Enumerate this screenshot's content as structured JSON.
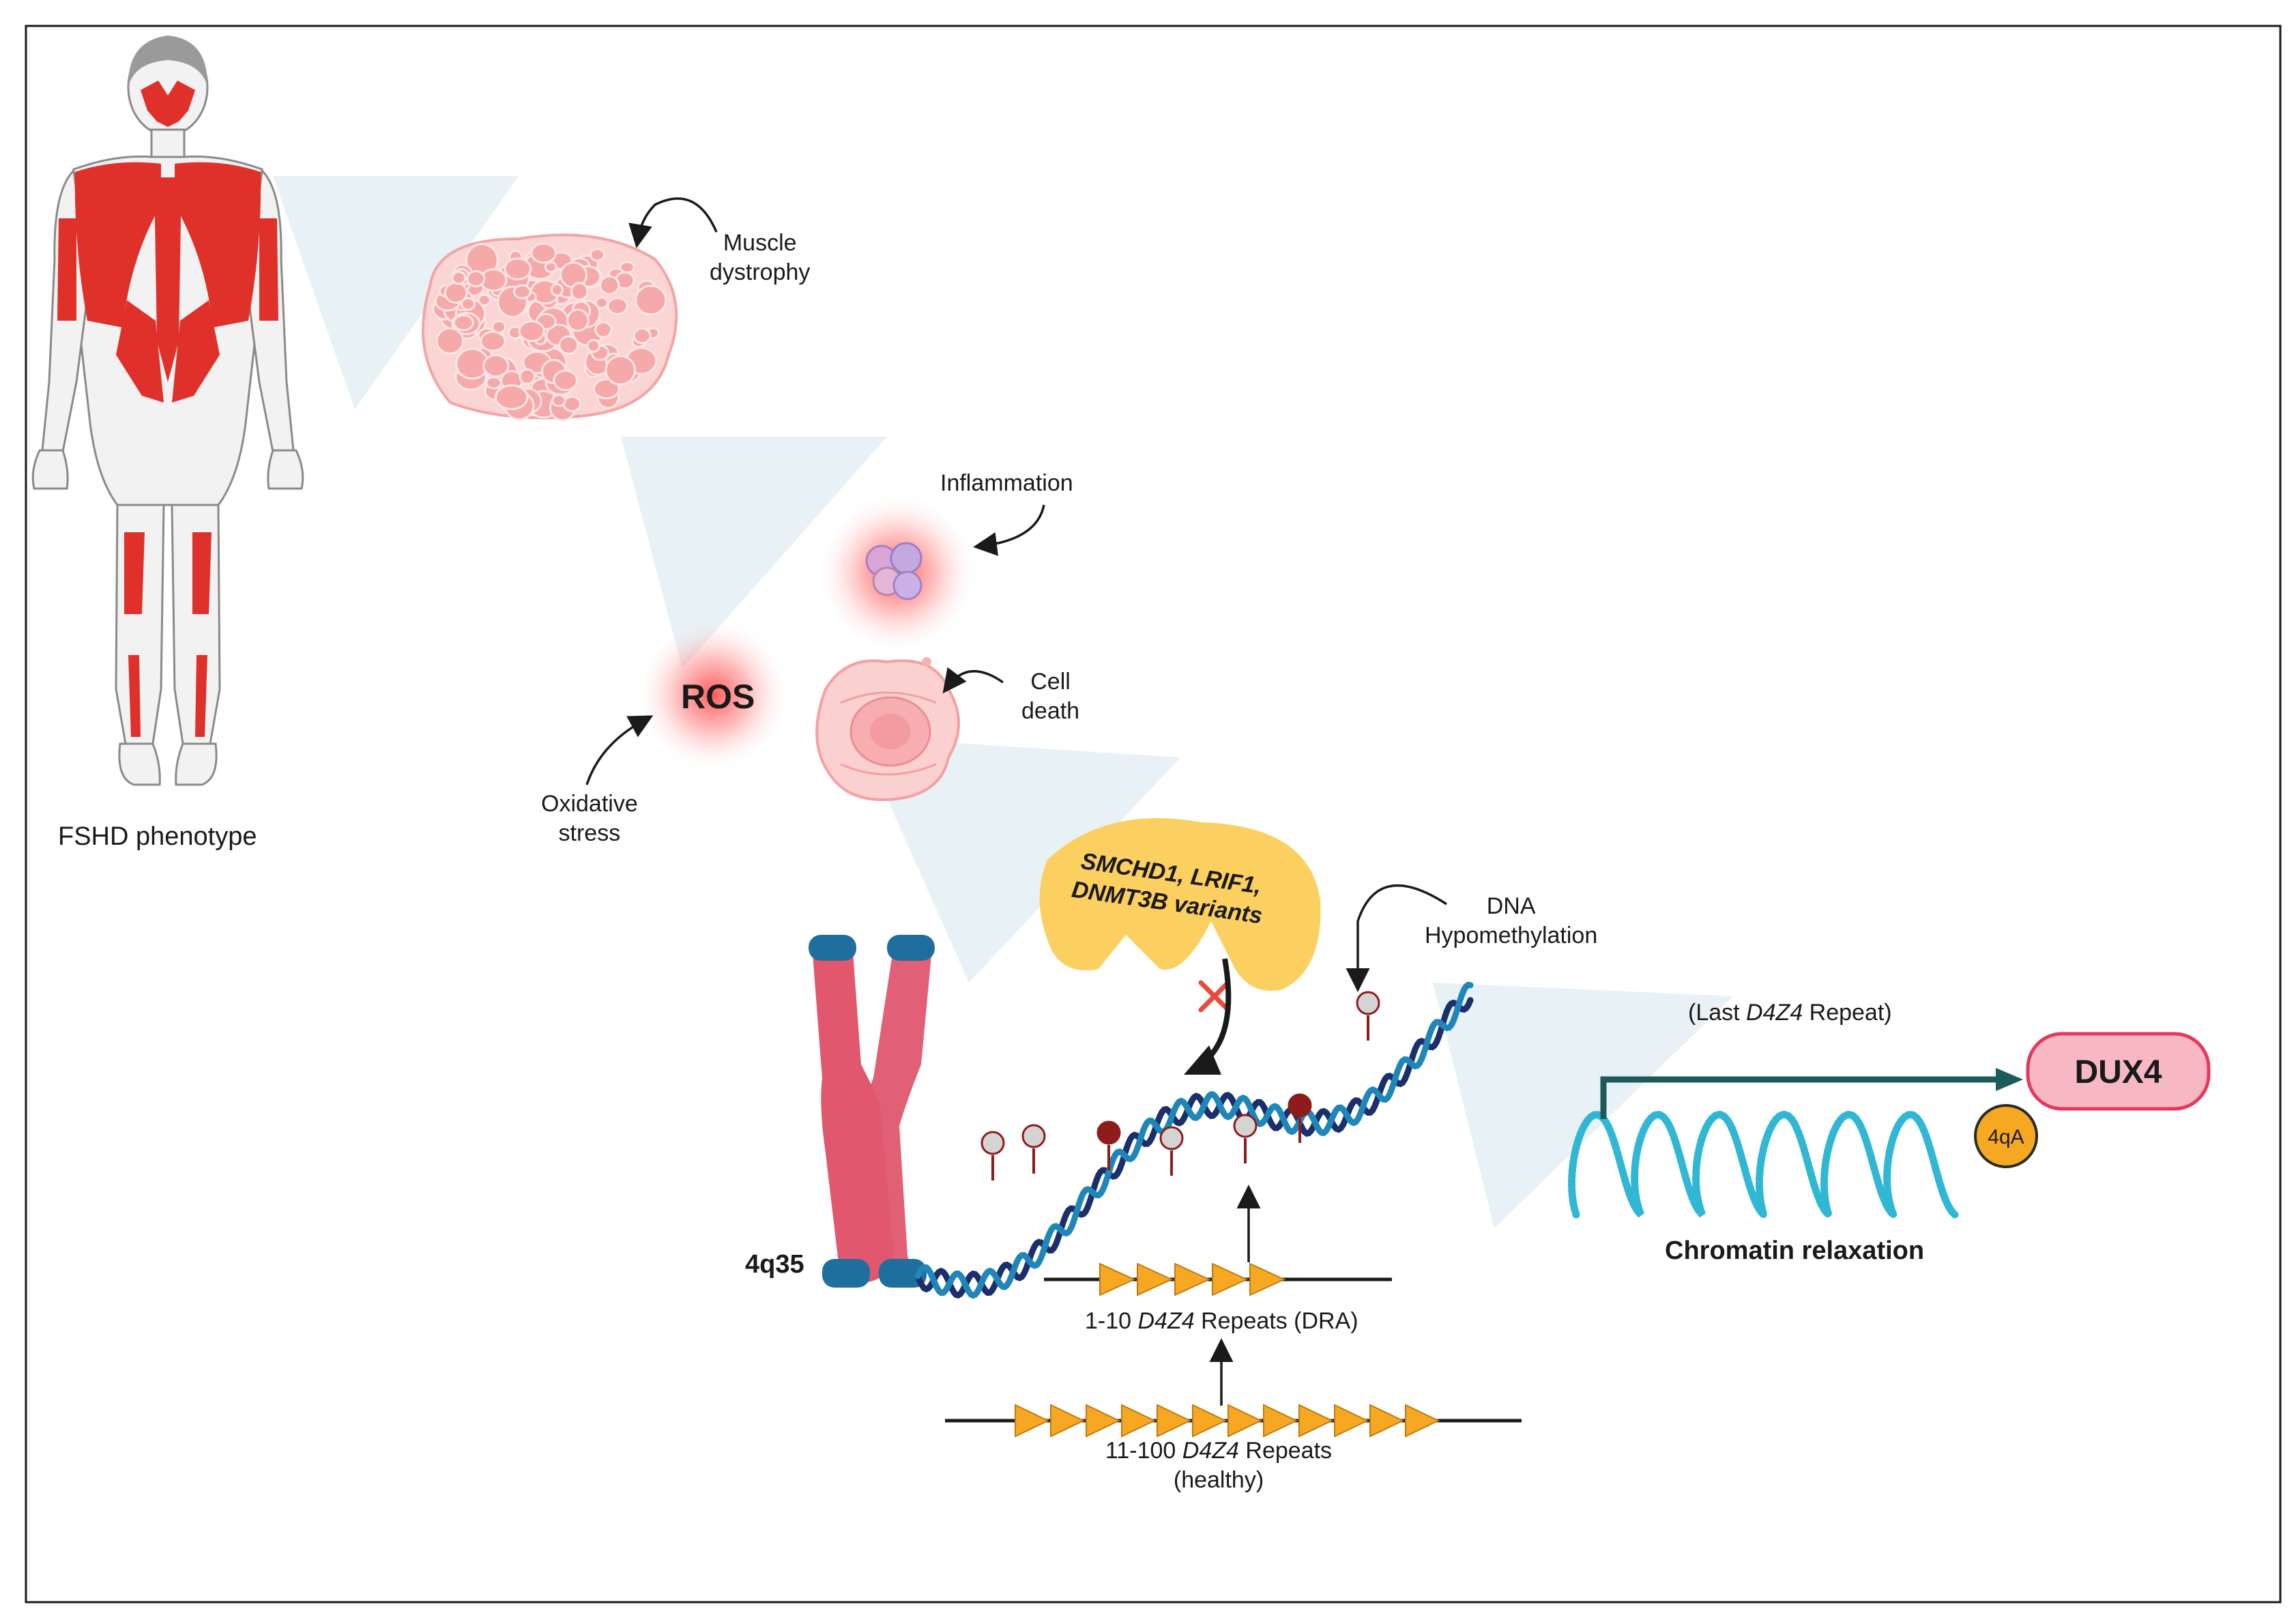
{
  "labels": {
    "fshd_phenotype": "FSHD phenotype",
    "muscle_dystrophy_1": "Muscle",
    "muscle_dystrophy_2": "dystrophy",
    "inflammation": "Inflammation",
    "ros": "ROS",
    "cell_death_1": "Cell",
    "cell_death_2": "death",
    "oxidative_stress_1": "Oxidative",
    "oxidative_stress_2": "stress",
    "variants_line1": "SMCHD1, LRIF1,",
    "variants_line2": "DNMT3B variants",
    "dna_hypo_1": "DNA",
    "dna_hypo_2": "Hypomethylation",
    "last_repeat_pre": "(Last ",
    "last_repeat_gene": "D4Z4",
    "last_repeat_post": " Repeat)",
    "dux4": "DUX4",
    "fourqA": "4qA",
    "chromatin_relaxation": "Chromatin relaxation",
    "locus": "4q35",
    "dra_pre": "1-10 ",
    "dra_gene": "D4Z4",
    "dra_post": " Repeats (DRA)",
    "healthy_pre": "11-100 ",
    "healthy_gene": "D4Z4",
    "healthy_post": " Repeats",
    "healthy_2": "(healthy)"
  },
  "colors": {
    "muscle_red": "#e0302a",
    "skin_gray": "#f2f2f2",
    "hair": "#9a9a9a",
    "chromosome": "#e0576e",
    "telomere": "#1f6f9e",
    "dna_dark": "#1a2f6b",
    "dna_light": "#1f86b8",
    "variant_yellow": "#fcd060",
    "repeat_triangle": "#f7a823",
    "dux4_fill": "#f7b8c4",
    "dux4_border": "#e23a5e",
    "methyl_filled": "#8f1b1b",
    "methyl_open": "#cfcfcf",
    "relaxed_chromatin": "#2fb7d3",
    "arrow_teal": "#1d5a5a",
    "glow_red": "#ff4d4d",
    "flow_arrow": "#e7f1f5"
  },
  "repeat_counts": {
    "dra_triangles": 5,
    "healthy_triangles": 12
  }
}
